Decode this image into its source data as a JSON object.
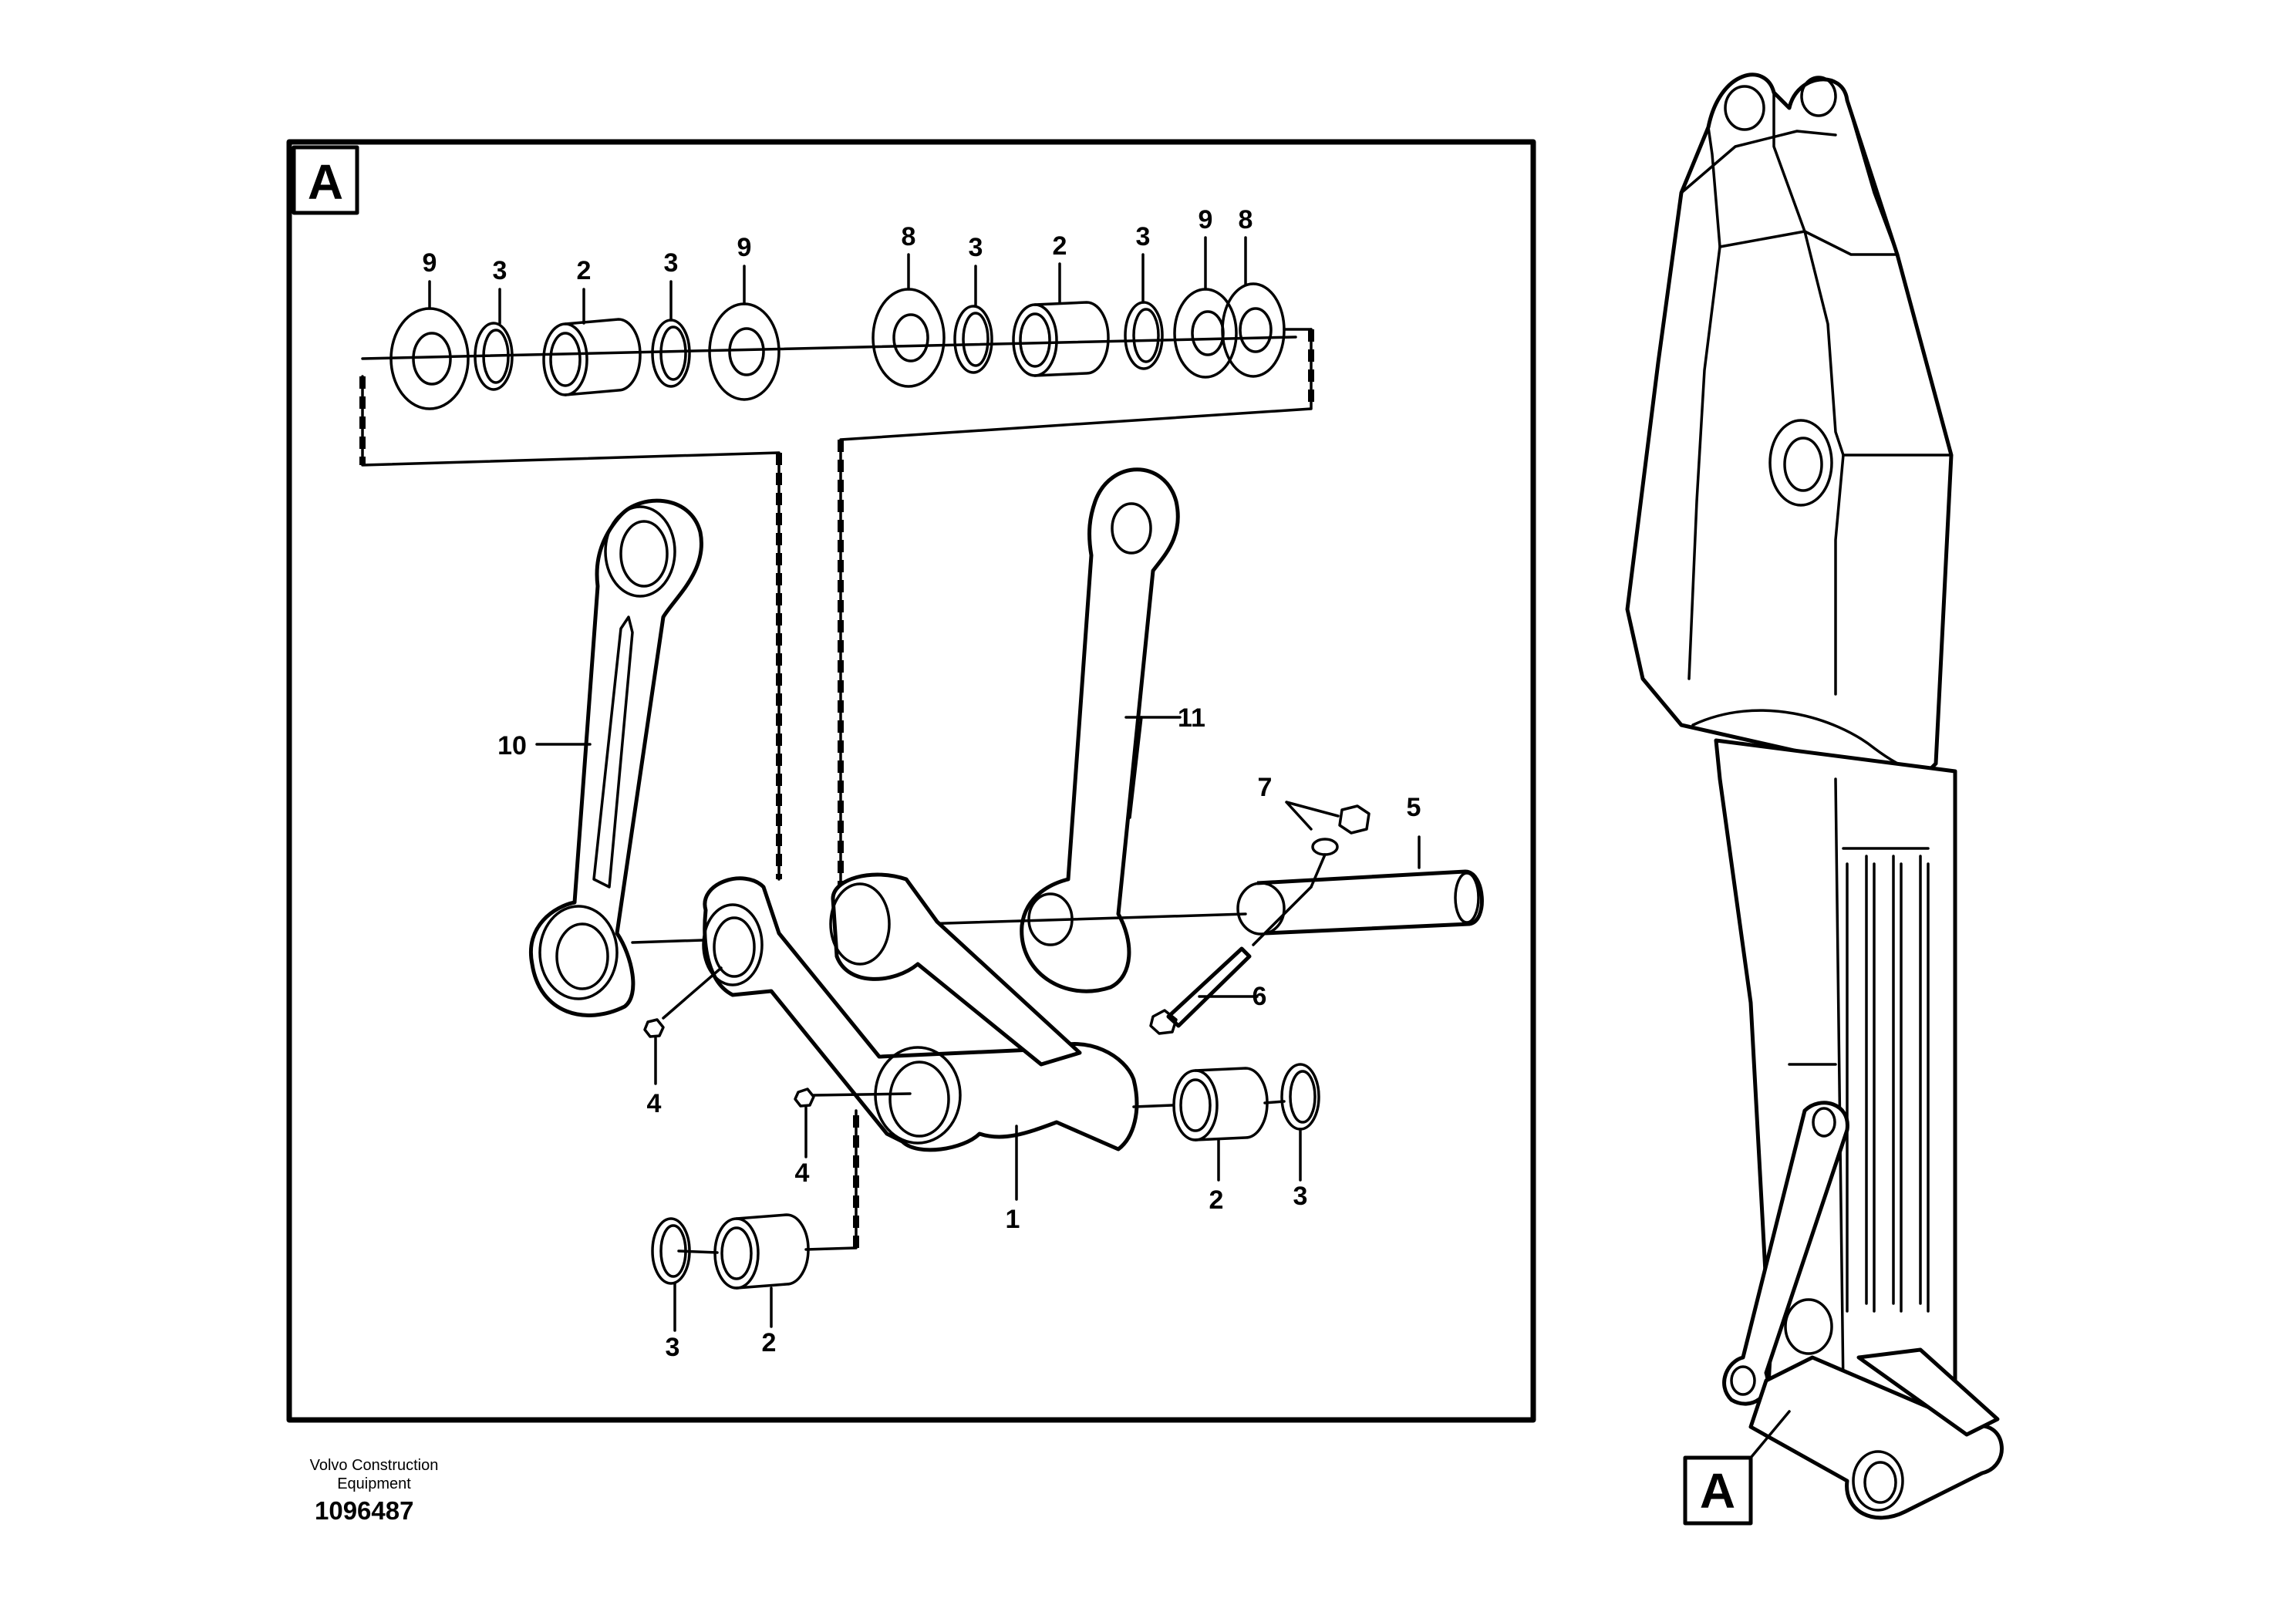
{
  "detail": {
    "badge": "A",
    "callouts": [
      {
        "id": "c9a",
        "text": "9"
      },
      {
        "id": "c3a",
        "text": "3"
      },
      {
        "id": "c2a",
        "text": "2"
      },
      {
        "id": "c3b",
        "text": "3"
      },
      {
        "id": "c9b",
        "text": "9"
      },
      {
        "id": "c8a",
        "text": "8"
      },
      {
        "id": "c3c",
        "text": "3"
      },
      {
        "id": "c2b",
        "text": "2"
      },
      {
        "id": "c3d",
        "text": "3"
      },
      {
        "id": "c9c",
        "text": "9"
      },
      {
        "id": "c8b",
        "text": "8"
      },
      {
        "id": "c10",
        "text": "10"
      },
      {
        "id": "c11",
        "text": "11"
      },
      {
        "id": "c7",
        "text": "7"
      },
      {
        "id": "c5",
        "text": "5"
      },
      {
        "id": "c6",
        "text": "6"
      },
      {
        "id": "c4a",
        "text": "4"
      },
      {
        "id": "c4b",
        "text": "4"
      },
      {
        "id": "c1",
        "text": "1"
      },
      {
        "id": "c2c",
        "text": "2"
      },
      {
        "id": "c3e",
        "text": "3"
      },
      {
        "id": "c3f",
        "text": "3"
      },
      {
        "id": "c2d",
        "text": "2"
      }
    ]
  },
  "overview": {
    "badge": "A"
  },
  "footer": {
    "company_line1": "Volvo Construction",
    "company_line2": "Equipment",
    "part_number": "1096487"
  }
}
